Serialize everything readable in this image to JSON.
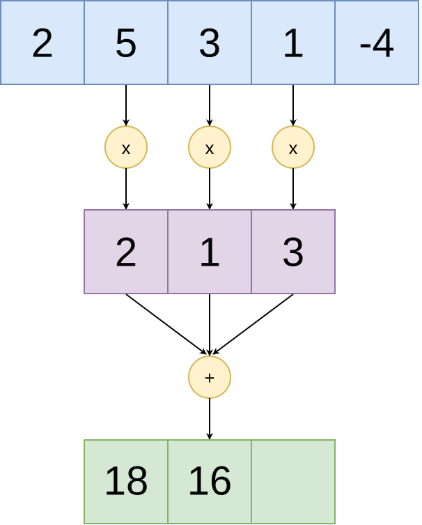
{
  "input_row": {
    "values": [
      "2",
      "5",
      "3",
      "1",
      "-4"
    ],
    "fill": "#dae8fc",
    "stroke": "#6c8ebf"
  },
  "kernel_row": {
    "values": [
      "2",
      "1",
      "3"
    ],
    "fill": "#e1d5e7",
    "stroke": "#9673a6"
  },
  "output_row": {
    "values": [
      "18",
      "16",
      ""
    ],
    "fill": "#d5e8d4",
    "stroke": "#82b366"
  },
  "operators": {
    "multiply": [
      "x",
      "x",
      "x"
    ],
    "sum": "+",
    "fill": "#fff2cc",
    "stroke": "#d6b656"
  },
  "arrow_color": "#000000"
}
